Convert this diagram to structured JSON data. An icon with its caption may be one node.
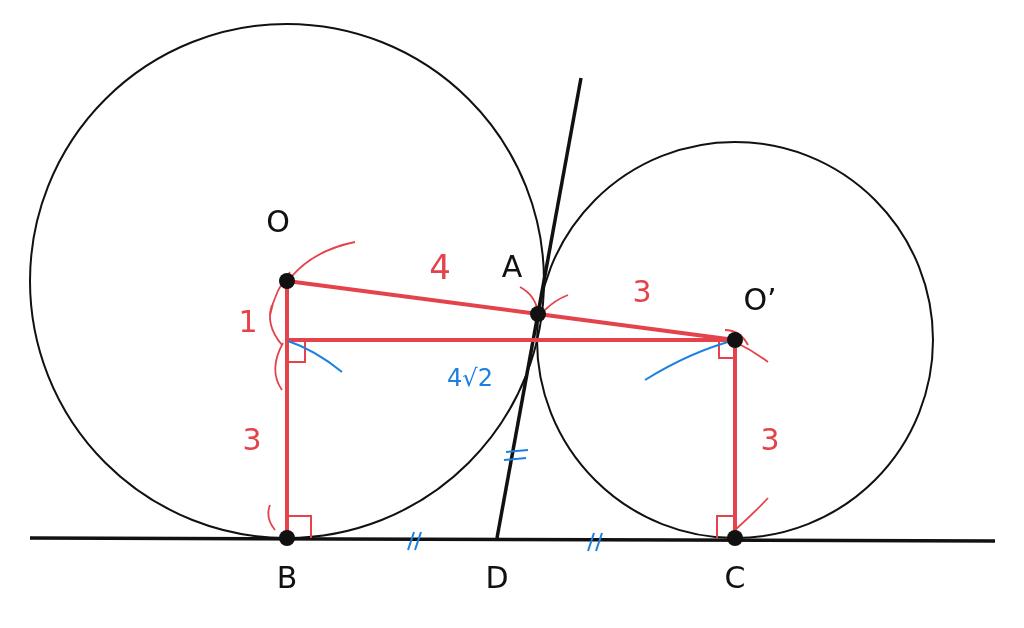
{
  "diagram": {
    "labels": [
      "O",
      "4",
      "A",
      "3",
      "O’",
      "1",
      "4√2",
      "3",
      "3",
      "B",
      "D",
      "C"
    ]
  }
}
